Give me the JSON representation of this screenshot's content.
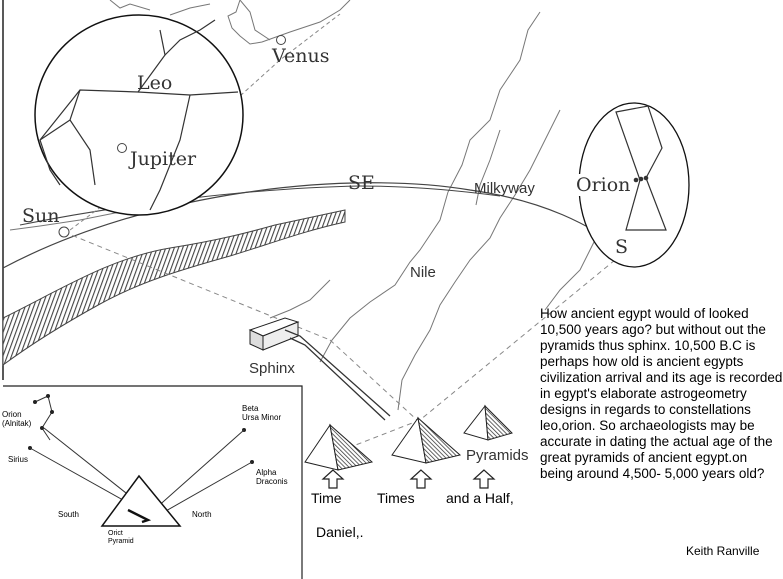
{
  "sky_labels": {
    "leo": "Leo",
    "venus": "Venus",
    "jupiter": "Jupiter",
    "sun": "Sun",
    "se": "SE",
    "milkyway": "Milkyway",
    "orion": "Orion",
    "s": "S",
    "nile": "Nile",
    "sphinx": "Sphinx",
    "pyramids": "Pyramids"
  },
  "prophecy": {
    "time": "Time",
    "times": "Times",
    "half": "and a Half,",
    "reference": "Daniel,."
  },
  "inset": {
    "orion": "Orion\n(Alnitak)",
    "sirius": "Sirius",
    "beta": "Beta\nUrsa Minor",
    "alpha": "Alpha\nDraconis",
    "south": "South",
    "north": "North",
    "pyramid": "Orict\nPyramid"
  },
  "description": "How ancient egypt would of looked 10,500 years ago? but without out the pyramids thus sphinx. 10,500 B.C is perhaps how old is ancient egypts civilization arrival and its age is recorded in egypt's elaborate astrogeometry designs in regards to constellations leo,orion. So archaeologists may be accurate in dating  the actual age of the great pyramids of ancient egypt.on being around 4,500- 5,000 years old?",
  "credit": "Keith Ranville",
  "colors": {
    "ink": "#333333",
    "river": "#555555",
    "paper": "#ffffff"
  }
}
